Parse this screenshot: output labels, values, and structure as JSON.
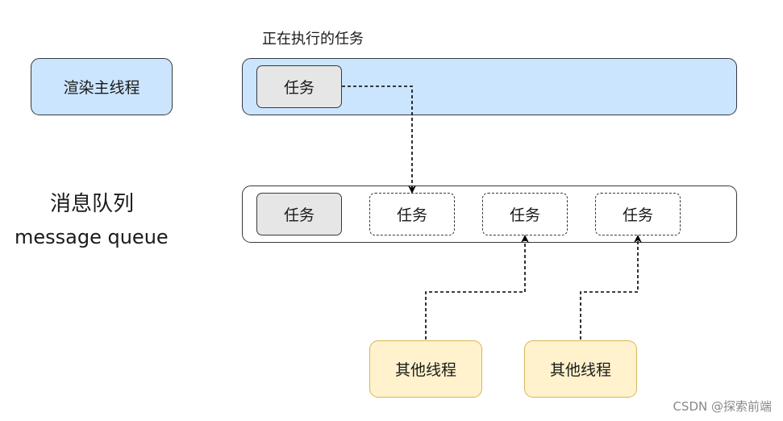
{
  "diagram": {
    "main_thread_label": "渲染主线程",
    "executing_label": "正在执行的任务",
    "queue_title": "消息队列",
    "queue_subtitle": "message queue",
    "current_task": "任务",
    "queue_tasks": [
      "任务",
      "任务",
      "任务",
      "任务"
    ],
    "other_threads": [
      "其他线程",
      "其他线程"
    ]
  },
  "watermark": "CSDN @探索前端",
  "colors": {
    "thread_fill": "#cce5ff",
    "task_fill": "#e6e6e6",
    "other_thread_fill": "#fff2cc",
    "other_thread_stroke": "#d6b656",
    "stroke": "#36393d"
  }
}
